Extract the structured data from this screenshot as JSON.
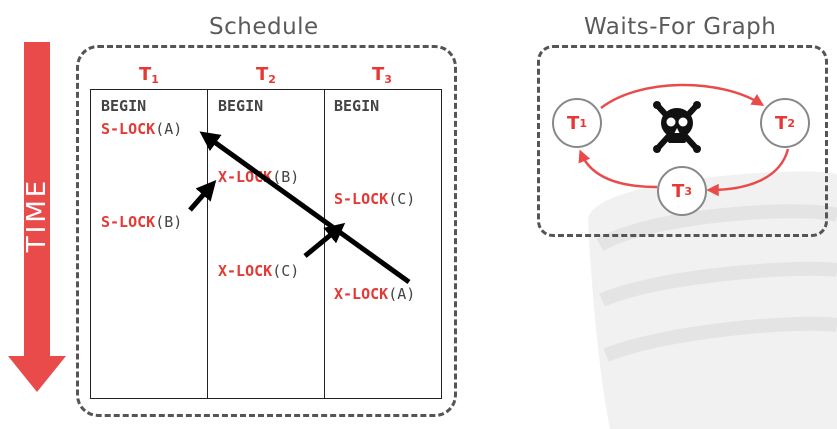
{
  "schedule": {
    "title": "Schedule",
    "columns": [
      {
        "name": "T",
        "sub": "1"
      },
      {
        "name": "T",
        "sub": "2"
      },
      {
        "name": "T",
        "sub": "3"
      }
    ],
    "t1": {
      "begin": "BEGIN",
      "op1": {
        "kw": "S-LOCK",
        "arg": "(A)"
      },
      "op2": {
        "kw": "S-LOCK",
        "arg": "(B)"
      }
    },
    "t2": {
      "begin": "BEGIN",
      "op1": {
        "kw": "X-LOCK",
        "arg": "(B)"
      },
      "op2": {
        "kw": "X-LOCK",
        "arg": "(C)"
      }
    },
    "t3": {
      "begin": "BEGIN",
      "op1": {
        "kw": "S-LOCK",
        "arg": "(C)"
      },
      "op2": {
        "kw": "X-LOCK",
        "arg": "(A)"
      }
    }
  },
  "time_label": "TIME",
  "graph": {
    "title": "Waits-For Graph",
    "nodes": [
      {
        "name": "T",
        "sub": "1"
      },
      {
        "name": "T",
        "sub": "2"
      },
      {
        "name": "T",
        "sub": "3"
      }
    ],
    "deadlock_icon": "skull-crossbones-icon"
  },
  "colors": {
    "accent_red": "#e53935",
    "arrow_black": "#000000",
    "dash_gray": "#555555"
  }
}
